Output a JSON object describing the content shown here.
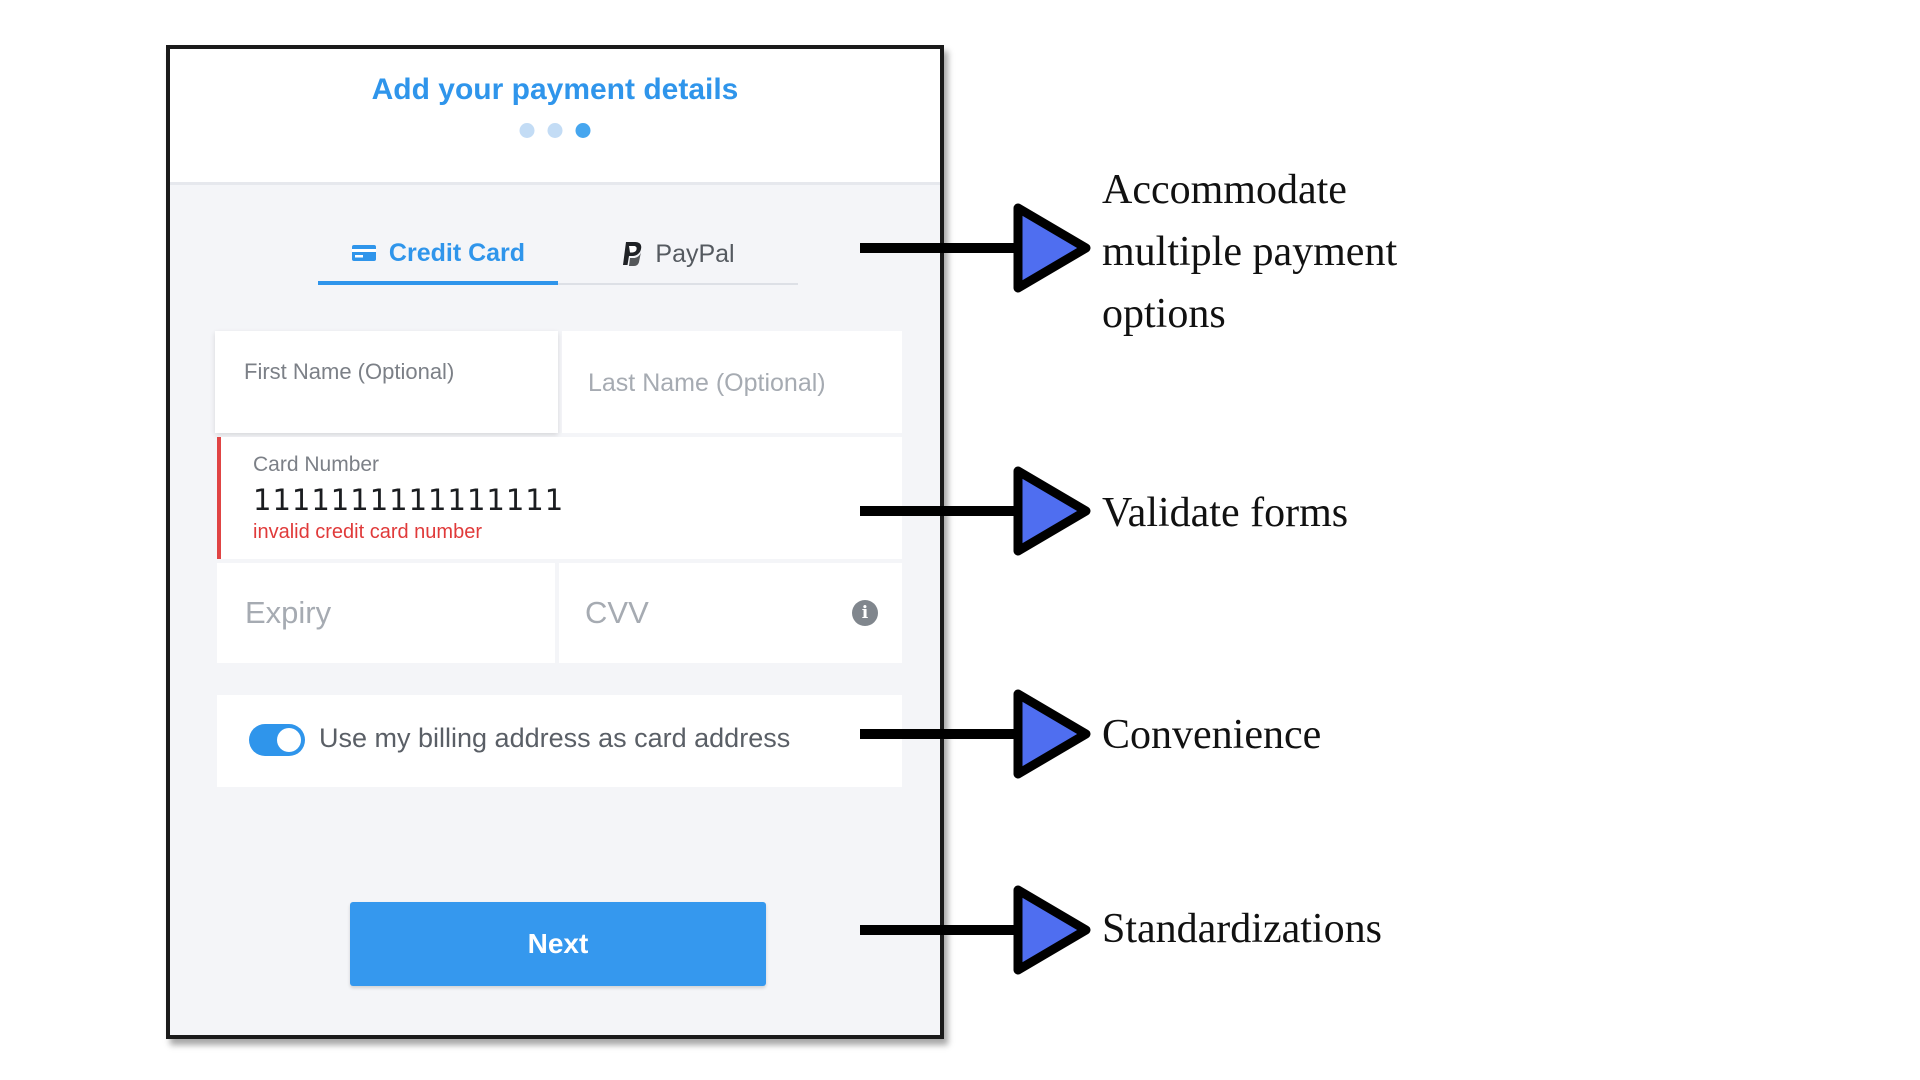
{
  "form": {
    "title": "Add your payment details",
    "steps": [
      {
        "active": false
      },
      {
        "active": false
      },
      {
        "active": true
      }
    ],
    "tabs": [
      {
        "label": "Credit Card",
        "icon": "credit-card-icon",
        "selected": true
      },
      {
        "label": "PayPal",
        "icon": "paypal-icon",
        "selected": false
      }
    ],
    "first_name_label": "First Name (Optional)",
    "last_name_placeholder": "Last Name (Optional)",
    "card_number_label": "Card Number",
    "card_number_value": "1111111111111111",
    "card_number_error": "invalid credit card number",
    "expiry_placeholder": "Expiry",
    "cvv_placeholder": "CVV",
    "cvv_info_icon": "info-icon",
    "billing_toggle_on": true,
    "billing_toggle_label": "Use my billing address as card address",
    "next_label": "Next"
  },
  "annotations": [
    {
      "text": "Accommodate\nmultiple payment\noptions"
    },
    {
      "text": "Validate forms"
    },
    {
      "text": "Convenience"
    },
    {
      "text": "Standardizations"
    }
  ],
  "colors": {
    "accent": "#2f95eb",
    "error": "#e03a3a",
    "arrow_fill": "#4f6ef0",
    "arrow_stroke": "#000000"
  }
}
